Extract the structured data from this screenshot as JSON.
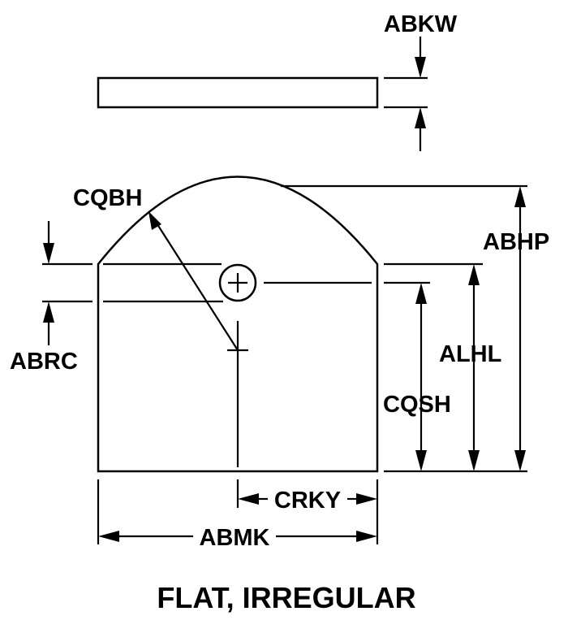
{
  "labels": {
    "abkw": "ABKW",
    "cqbh": "CQBH",
    "abhp": "ABHP",
    "abrc": "ABRC",
    "alhl": "ALHL",
    "cqsh": "CQSH",
    "crky": "CRKY",
    "abmk": "ABMK"
  },
  "title": "FLAT, IRREGULAR"
}
